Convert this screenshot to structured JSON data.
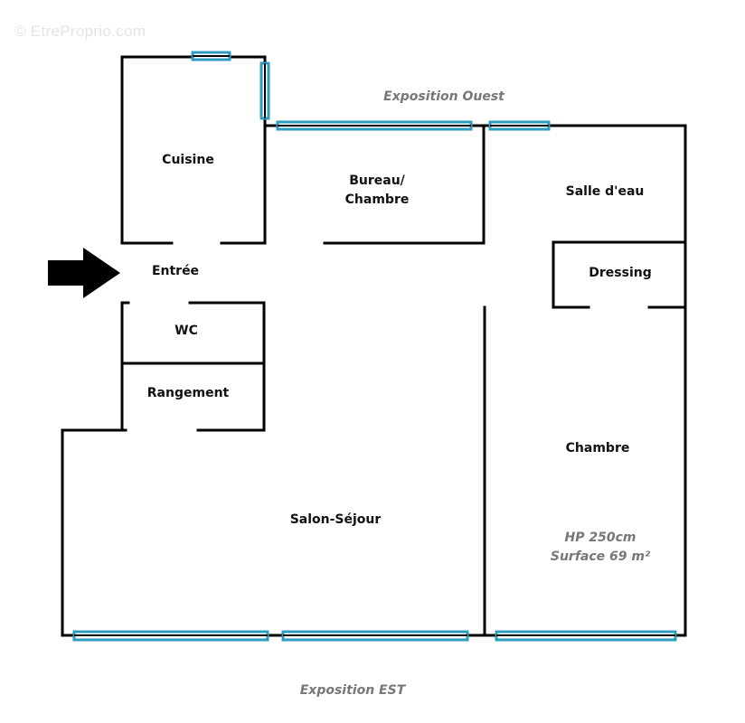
{
  "watermark": "© EtreProprio.com",
  "colors": {
    "wall": "#000000",
    "window": "#2e9cc0",
    "note_text": "#777777"
  },
  "orientation": {
    "west_label": "Exposition Ouest",
    "east_label": "Exposition EST"
  },
  "rooms": {
    "cuisine": "Cuisine",
    "bureau_line1": "Bureau/",
    "bureau_line2": "Chambre",
    "salle_eau": "Salle d'eau",
    "entree": "Entrée",
    "dressing": "Dressing",
    "wc": "WC",
    "rangement": "Rangement",
    "chambre": "Chambre",
    "salon": "Salon-Séjour"
  },
  "info": {
    "ceiling_height": "HP 250cm",
    "surface": "Surface 69 m²"
  },
  "icons": {
    "entrance": "entrance-arrow-icon"
  }
}
